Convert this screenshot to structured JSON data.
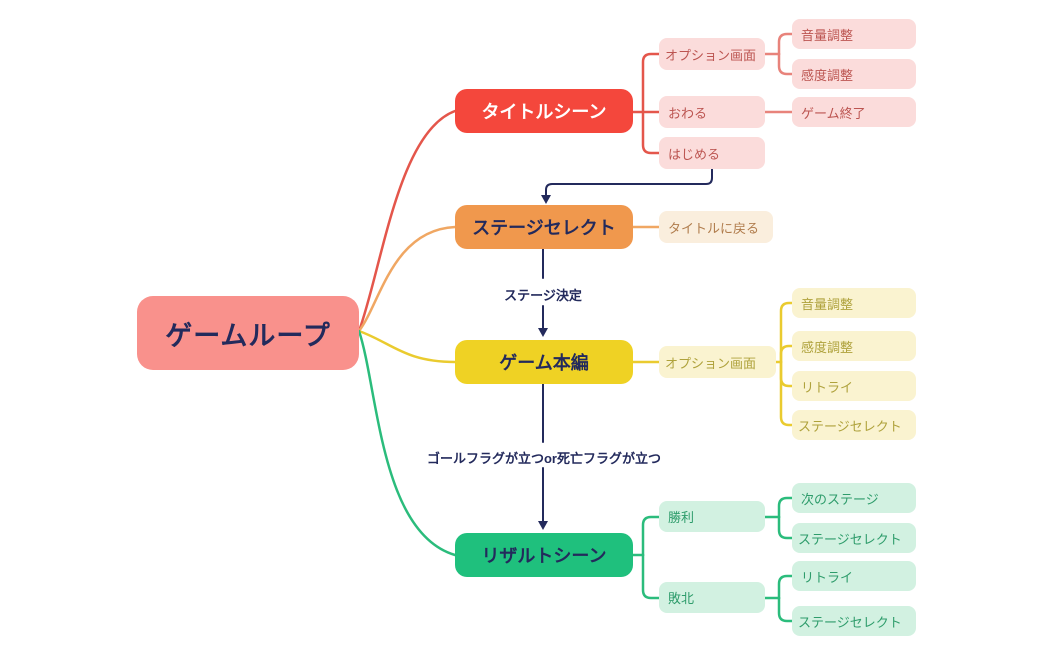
{
  "diagram": {
    "root": {
      "label": "ゲームループ"
    },
    "branches": {
      "title": {
        "label": "タイトルシーン",
        "children": {
          "options": {
            "label": "オプション画面",
            "children": {
              "volume": {
                "label": "音量調整"
              },
              "sensitivity": {
                "label": "感度調整"
              }
            }
          },
          "quit": {
            "label": "おわる",
            "children": {
              "game_end": {
                "label": "ゲーム終了"
              }
            }
          },
          "start": {
            "label": "はじめる"
          }
        }
      },
      "stage_select": {
        "label": "ステージセレクト",
        "children": {
          "back_to_title": {
            "label": "タイトルに戻る"
          }
        }
      },
      "game_main": {
        "label": "ゲーム本編",
        "children": {
          "options": {
            "label": "オプション画面",
            "children": {
              "volume": {
                "label": "音量調整"
              },
              "sensitivity": {
                "label": "感度調整"
              },
              "retry": {
                "label": "リトライ"
              },
              "stage_select": {
                "label": "ステージセレクト"
              }
            }
          }
        }
      },
      "result": {
        "label": "リザルトシーン",
        "children": {
          "win": {
            "label": "勝利",
            "children": {
              "next_stage": {
                "label": "次のステージ"
              },
              "stage_select": {
                "label": "ステージセレクト"
              }
            }
          },
          "lose": {
            "label": "敗北",
            "children": {
              "retry": {
                "label": "リトライ"
              },
              "stage_select": {
                "label": "ステージセレクト"
              }
            }
          }
        }
      }
    },
    "edge_labels": {
      "stage_decided": "ステージ決定",
      "goal_or_death": "ゴールフラグが立つor死亡フラグが立つ"
    },
    "colors": {
      "navy": "#232a5c",
      "red": "#e4564b",
      "red_light": "#e8837b",
      "orange": "#f0a763",
      "yellow": "#eacb2f",
      "green": "#2bbc7c",
      "root_fill": "#f9918c",
      "title_fill": "#f4473c",
      "stage_select_fill": "#f0984d",
      "game_main_fill": "#efd224",
      "result_fill": "#1fc07d",
      "pink_child_fill": "#fbdcdb",
      "cream_child_fill": "#faeedd",
      "yellow_child_fill": "#faf3d0",
      "mint_child_fill": "#d2f1e1"
    }
  }
}
